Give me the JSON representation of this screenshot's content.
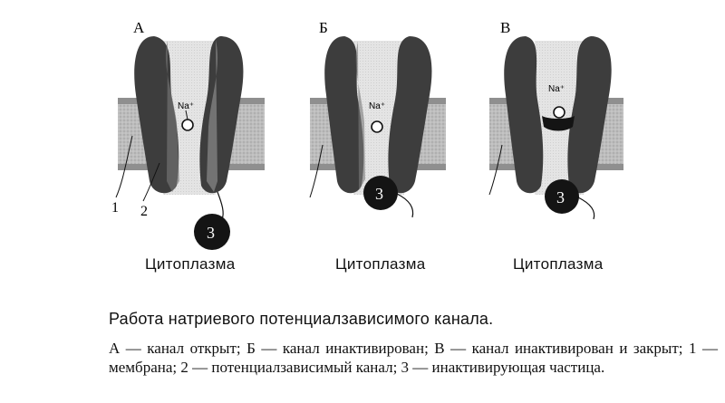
{
  "panels": [
    {
      "letter": "А",
      "cytoplasm": "Цитоплазма",
      "ion": "Na⁺",
      "particle": "3",
      "state": "open"
    },
    {
      "letter": "Б",
      "cytoplasm": "Цитоплазма",
      "ion": "Na⁺",
      "particle": "3",
      "state": "inactivated"
    },
    {
      "letter": "В",
      "cytoplasm": "Цитоплазма",
      "ion": "Na⁺",
      "particle": "3",
      "state": "inactivated-closed"
    }
  ],
  "labels": {
    "membrane_num": "1",
    "channel_num": "2"
  },
  "colors": {
    "protein_dark": "#3a3a3a",
    "protein_light": "#c4c4c4",
    "pore": "#e6e6e6",
    "membrane": "#b9b9b9",
    "membrane_edge": "#888888",
    "particle": "#141414"
  },
  "caption": {
    "title": "Работа натриевого потенциалзависимого канала.",
    "text": "А — канал открыт; Б — канал инактивирован; В — канал инактивирован и закрыт; 1 — мембрана; 2 — потенциалзависимый канал; 3 — инактивирующая частица."
  }
}
